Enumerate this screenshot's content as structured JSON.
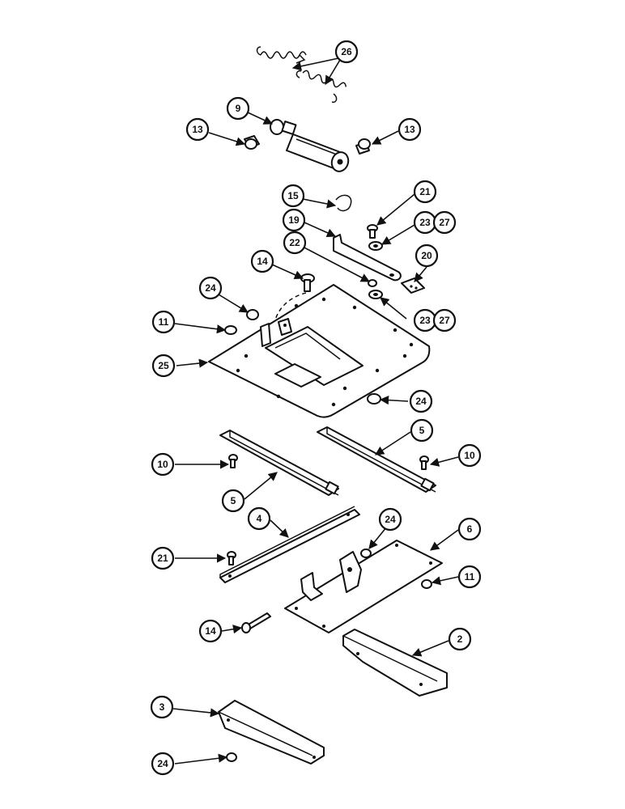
{
  "diagram": {
    "callouts": {
      "c26": "26",
      "c9": "9",
      "c13_left": "13",
      "c13_right": "13",
      "c15": "15",
      "c21_top": "21",
      "c19": "19",
      "c23_top": "23",
      "c27_top": "27",
      "c22": "22",
      "c14_top": "14",
      "c20": "20",
      "c24_a": "24",
      "c11_a": "11",
      "c23_bottom": "23",
      "c27_bottom": "27",
      "c25": "25",
      "c24_b": "24",
      "c5_right": "5",
      "c10_left": "10",
      "c10_right": "10",
      "c5_left": "5",
      "c4": "4",
      "c24_c": "24",
      "c6": "6",
      "c21_bottom": "21",
      "c11_b": "11",
      "c14_bottom": "14",
      "c2": "2",
      "c3": "3",
      "c24_d": "24"
    }
  }
}
